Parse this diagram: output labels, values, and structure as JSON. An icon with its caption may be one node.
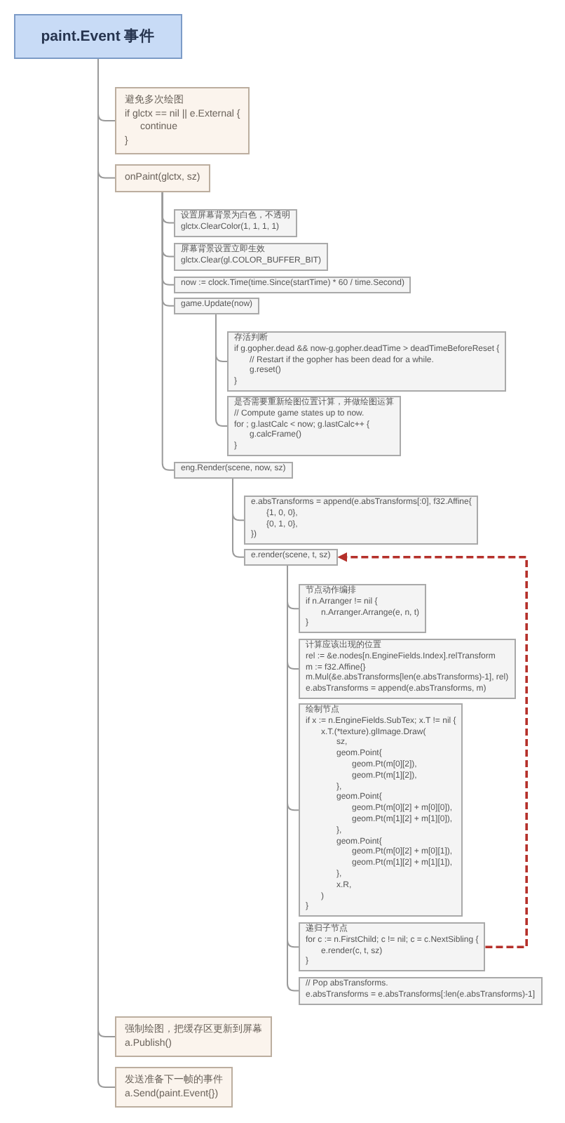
{
  "diagram": {
    "nodes": [
      {
        "text": [
          "paint.Event 事件"
        ]
      },
      {
        "text": [
          "避免多次绘图",
          "if glctx == nil || e.External {",
          "continue",
          "}"
        ]
      },
      {
        "text": [
          "onPaint(glctx, sz)"
        ]
      },
      {
        "text": [
          "设置屏幕背景为白色，不透明",
          "glctx.ClearColor(1, 1, 1, 1)"
        ]
      },
      {
        "text": [
          "屏幕背景设置立即生效",
          "glctx.Clear(gl.COLOR_BUFFER_BIT)"
        ]
      },
      {
        "text": [
          "now := clock.Time(time.Since(startTime) * 60 / time.Second)"
        ]
      },
      {
        "text": [
          "game.Update(now)"
        ]
      },
      {
        "text": [
          "存活判断",
          "if g.gopher.dead && now-g.gopher.deadTime > deadTimeBeforeReset {",
          "// Restart if the gopher has been dead for a while.",
          "g.reset()",
          "}"
        ]
      },
      {
        "text": [
          "是否需要重新绘图位置计算，并做绘图运算",
          "// Compute game states up to now.",
          "for ; g.lastCalc < now; g.lastCalc++ {",
          "g.calcFrame()",
          "}"
        ]
      },
      {
        "text": [
          "eng.Render(scene, now, sz)"
        ]
      },
      {
        "text": [
          "e.absTransforms = append(e.absTransforms[:0], f32.Affine{",
          "{1, 0, 0},",
          "{0, 1, 0},",
          "})"
        ]
      },
      {
        "text": [
          "e.render(scene, t, sz)"
        ]
      },
      {
        "text": [
          "节点动作编排",
          "if n.Arranger != nil {",
          "n.Arranger.Arrange(e, n, t)",
          "}"
        ]
      },
      {
        "text": [
          "计算应该出现的位置",
          "rel := &e.nodes[n.EngineFields.Index].relTransform",
          "m := f32.Affine{}",
          "m.Mul(&e.absTransforms[len(e.absTransforms)-1], rel)",
          "e.absTransforms = append(e.absTransforms, m)"
        ]
      },
      {
        "text": [
          "绘制节点",
          "if x := n.EngineFields.SubTex; x.T != nil {",
          "x.T.(*texture).glImage.Draw(",
          "sz,",
          "geom.Point{",
          "geom.Pt(m[0][2]),",
          "geom.Pt(m[1][2]),",
          "},",
          "geom.Point{",
          "geom.Pt(m[0][2] + m[0][0]),",
          "geom.Pt(m[1][2] + m[1][0]),",
          "},",
          "geom.Point{",
          "geom.Pt(m[0][2] + m[0][1]),",
          "geom.Pt(m[1][2] + m[1][1]),",
          "},",
          "x.R,",
          ")",
          "}"
        ]
      },
      {
        "text": [
          "递归子节点",
          "for c := n.FirstChild; c != nil; c = c.NextSibling {",
          "e.render(c, t, sz)",
          "}"
        ]
      },
      {
        "text": [
          "// Pop absTransforms.",
          "e.absTransforms = e.absTransforms[:len(e.absTransforms)-1]"
        ]
      },
      {
        "text": [
          "强制绘图，把缓存区更新到屏幕",
          "a.Publish()"
        ]
      },
      {
        "text": [
          "发送准备下一帧的事件",
          "a.Send(paint.Event{})"
        ]
      }
    ],
    "edges": [
      {
        "from": 0,
        "to": 1,
        "arrow": "none"
      },
      {
        "from": 0,
        "to": 2,
        "arrow": "none"
      },
      {
        "from": 2,
        "to": 3,
        "arrow": "none"
      },
      {
        "from": 2,
        "to": 4,
        "arrow": "none"
      },
      {
        "from": 2,
        "to": 5,
        "arrow": "none"
      },
      {
        "from": 2,
        "to": 6,
        "arrow": "none"
      },
      {
        "from": 6,
        "to": 7,
        "arrow": "none"
      },
      {
        "from": 6,
        "to": 8,
        "arrow": "none"
      },
      {
        "from": 2,
        "to": 9,
        "arrow": "none"
      },
      {
        "from": 9,
        "to": 10,
        "arrow": "none"
      },
      {
        "from": 9,
        "to": 11,
        "arrow": "none"
      },
      {
        "from": 11,
        "to": 12,
        "arrow": "none"
      },
      {
        "from": 11,
        "to": 13,
        "arrow": "none"
      },
      {
        "from": 11,
        "to": 14,
        "arrow": "none"
      },
      {
        "from": 11,
        "to": 15,
        "arrow": "none"
      },
      {
        "from": 11,
        "to": 16,
        "arrow": "none"
      },
      {
        "from": 0,
        "to": 17,
        "arrow": "none"
      },
      {
        "from": 0,
        "to": 18,
        "arrow": "none"
      },
      {
        "from": 15,
        "to": 11,
        "arrow": "to",
        "style": "dashed",
        "color": "#b5302a"
      }
    ]
  }
}
